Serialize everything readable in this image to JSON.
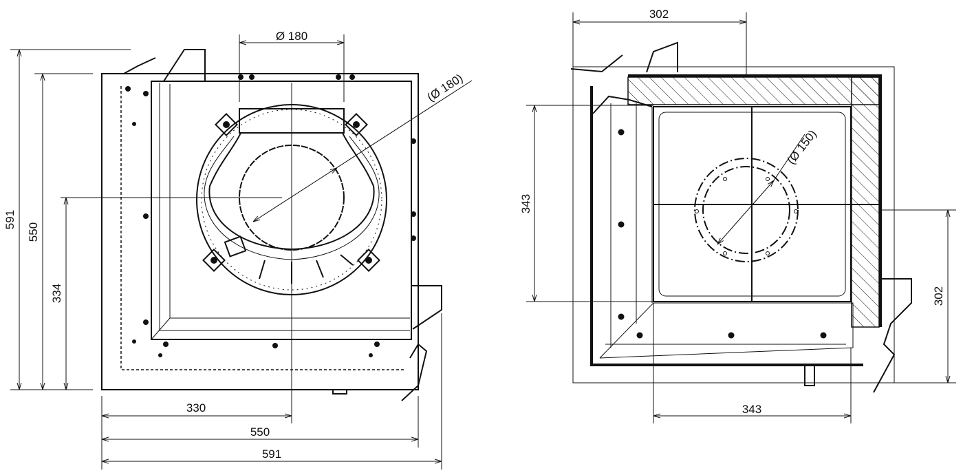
{
  "front_view": {
    "dimensions": {
      "flue_diameter_top": "Ø 180",
      "flue_diameter_diag": "(Ø 180)",
      "height_overall": "591",
      "height_body": "550",
      "height_flue_center": "334",
      "width_flue_center": "330",
      "width_body": "550",
      "width_overall": "591"
    }
  },
  "top_view": {
    "dimensions": {
      "width_top": "302",
      "depth_left": "343",
      "flue_diameter": "(Ø 150)",
      "depth_right": "302",
      "width_bottom": "343"
    }
  }
}
